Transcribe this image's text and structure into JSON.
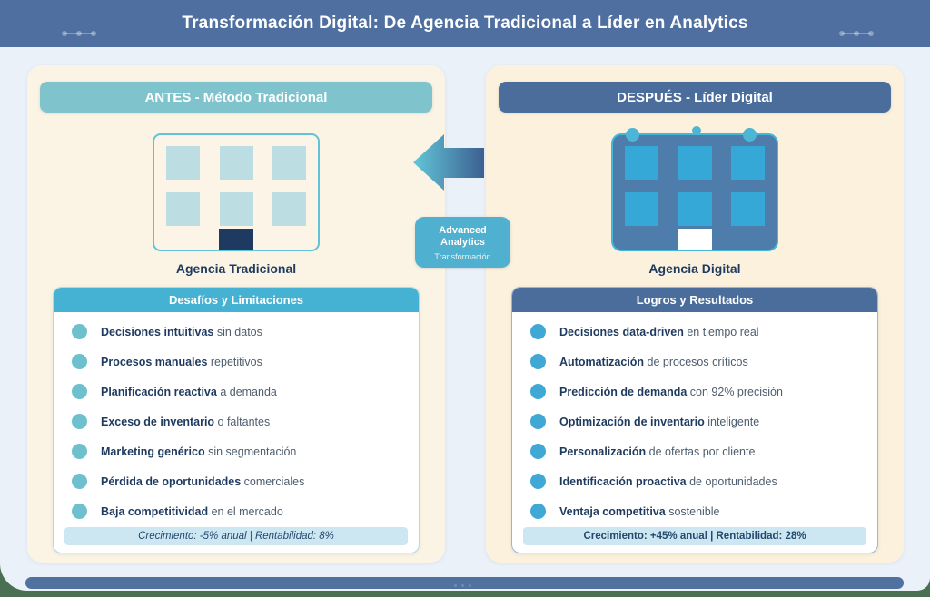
{
  "header": {
    "title": "Transformación Digital: De Agencia Tradicional a Líder en Analytics"
  },
  "before": {
    "title": "ANTES - Método Tradicional",
    "building_label": "Agencia Tradicional",
    "card_title": "Desafíos y Limitaciones",
    "items": [
      {
        "bold": "Decisiones intuitivas",
        "rest": " sin datos"
      },
      {
        "bold": "Procesos manuales",
        "rest": " repetitivos"
      },
      {
        "bold": "Planificación reactiva",
        "rest": " a demanda"
      },
      {
        "bold": "Exceso de inventario",
        "rest": " o faltantes"
      },
      {
        "bold": "Marketing genérico",
        "rest": " sin segmentación"
      },
      {
        "bold": "Pérdida de oportunidades",
        "rest": " comerciales"
      },
      {
        "bold": "Baja competitividad",
        "rest": " en el mercado"
      }
    ],
    "footer": "Crecimiento: -5% anual | Rentabilidad: 8%"
  },
  "after": {
    "title": "DESPUÉS - Líder Digital",
    "building_label": "Agencia Digital",
    "card_title": "Logros y Resultados",
    "items": [
      {
        "bold": "Decisiones data-driven",
        "rest": " en tiempo real"
      },
      {
        "bold": "Automatización",
        "rest": " de procesos críticos"
      },
      {
        "bold": "Predicción de demanda",
        "rest": " con 92% precisión"
      },
      {
        "bold": "Optimización de inventario",
        "rest": " inteligente"
      },
      {
        "bold": "Personalización",
        "rest": " de ofertas por cliente"
      },
      {
        "bold": "Identificación proactiva",
        "rest": " de oportunidades"
      },
      {
        "bold": "Ventaja competitiva",
        "rest": " sostenible"
      }
    ],
    "footer": "Crecimiento: +45% anual | Rentabilidad: 28%"
  },
  "transformation": {
    "line1": "Advanced",
    "line2": "Analytics",
    "subtitle": "Transformación"
  },
  "colors": {
    "header_bar": "#4e6f9f",
    "slate_blue": "#4a6d9c",
    "teal_soft": "#7fc3cc",
    "teal_accent": "#45b2d3",
    "bullet_before": "#6fc0cf",
    "bullet_after": "#3fa8d5",
    "navy_text": "#1e3a5f",
    "cream_panel": "#fbf2e0",
    "page_bg": "#ebf1f9",
    "outer_green": "#4a7052",
    "pill_bg": "#cde7f2",
    "window_before": "#bcdee2",
    "window_after": "#35a8d8",
    "building_after_body": "#4e7dab",
    "arrow_gradient_start": "#62c6d8",
    "arrow_gradient_end": "#3c5f90"
  }
}
